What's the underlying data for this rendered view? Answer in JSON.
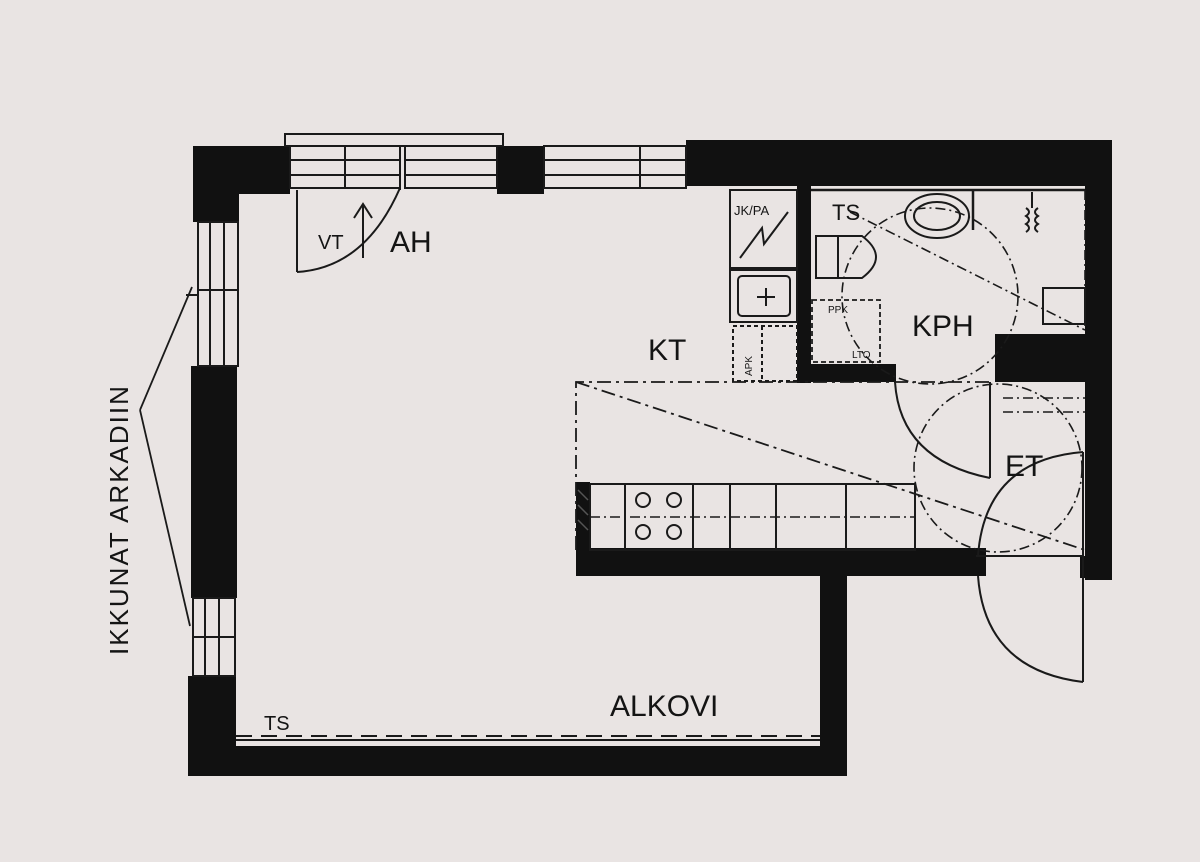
{
  "labels": {
    "living_room": "AH",
    "ventilation": "VT",
    "kitchen": "KT",
    "bathroom": "KPH",
    "hallway": "ET",
    "alcove": "ALKOVI",
    "wardrobe_living": "TS",
    "wardrobe_bath": "TS",
    "fridge_freezer": "JK/PA",
    "dishwasher": "APK",
    "drying_cabinet": "PPK",
    "heat_unit": "LTO",
    "windows_note": "IKKUNAT ARKADIIN"
  },
  "colors": {
    "paper": "#e9e4e3",
    "wall": "#111111",
    "line": "#1a1a1a"
  }
}
